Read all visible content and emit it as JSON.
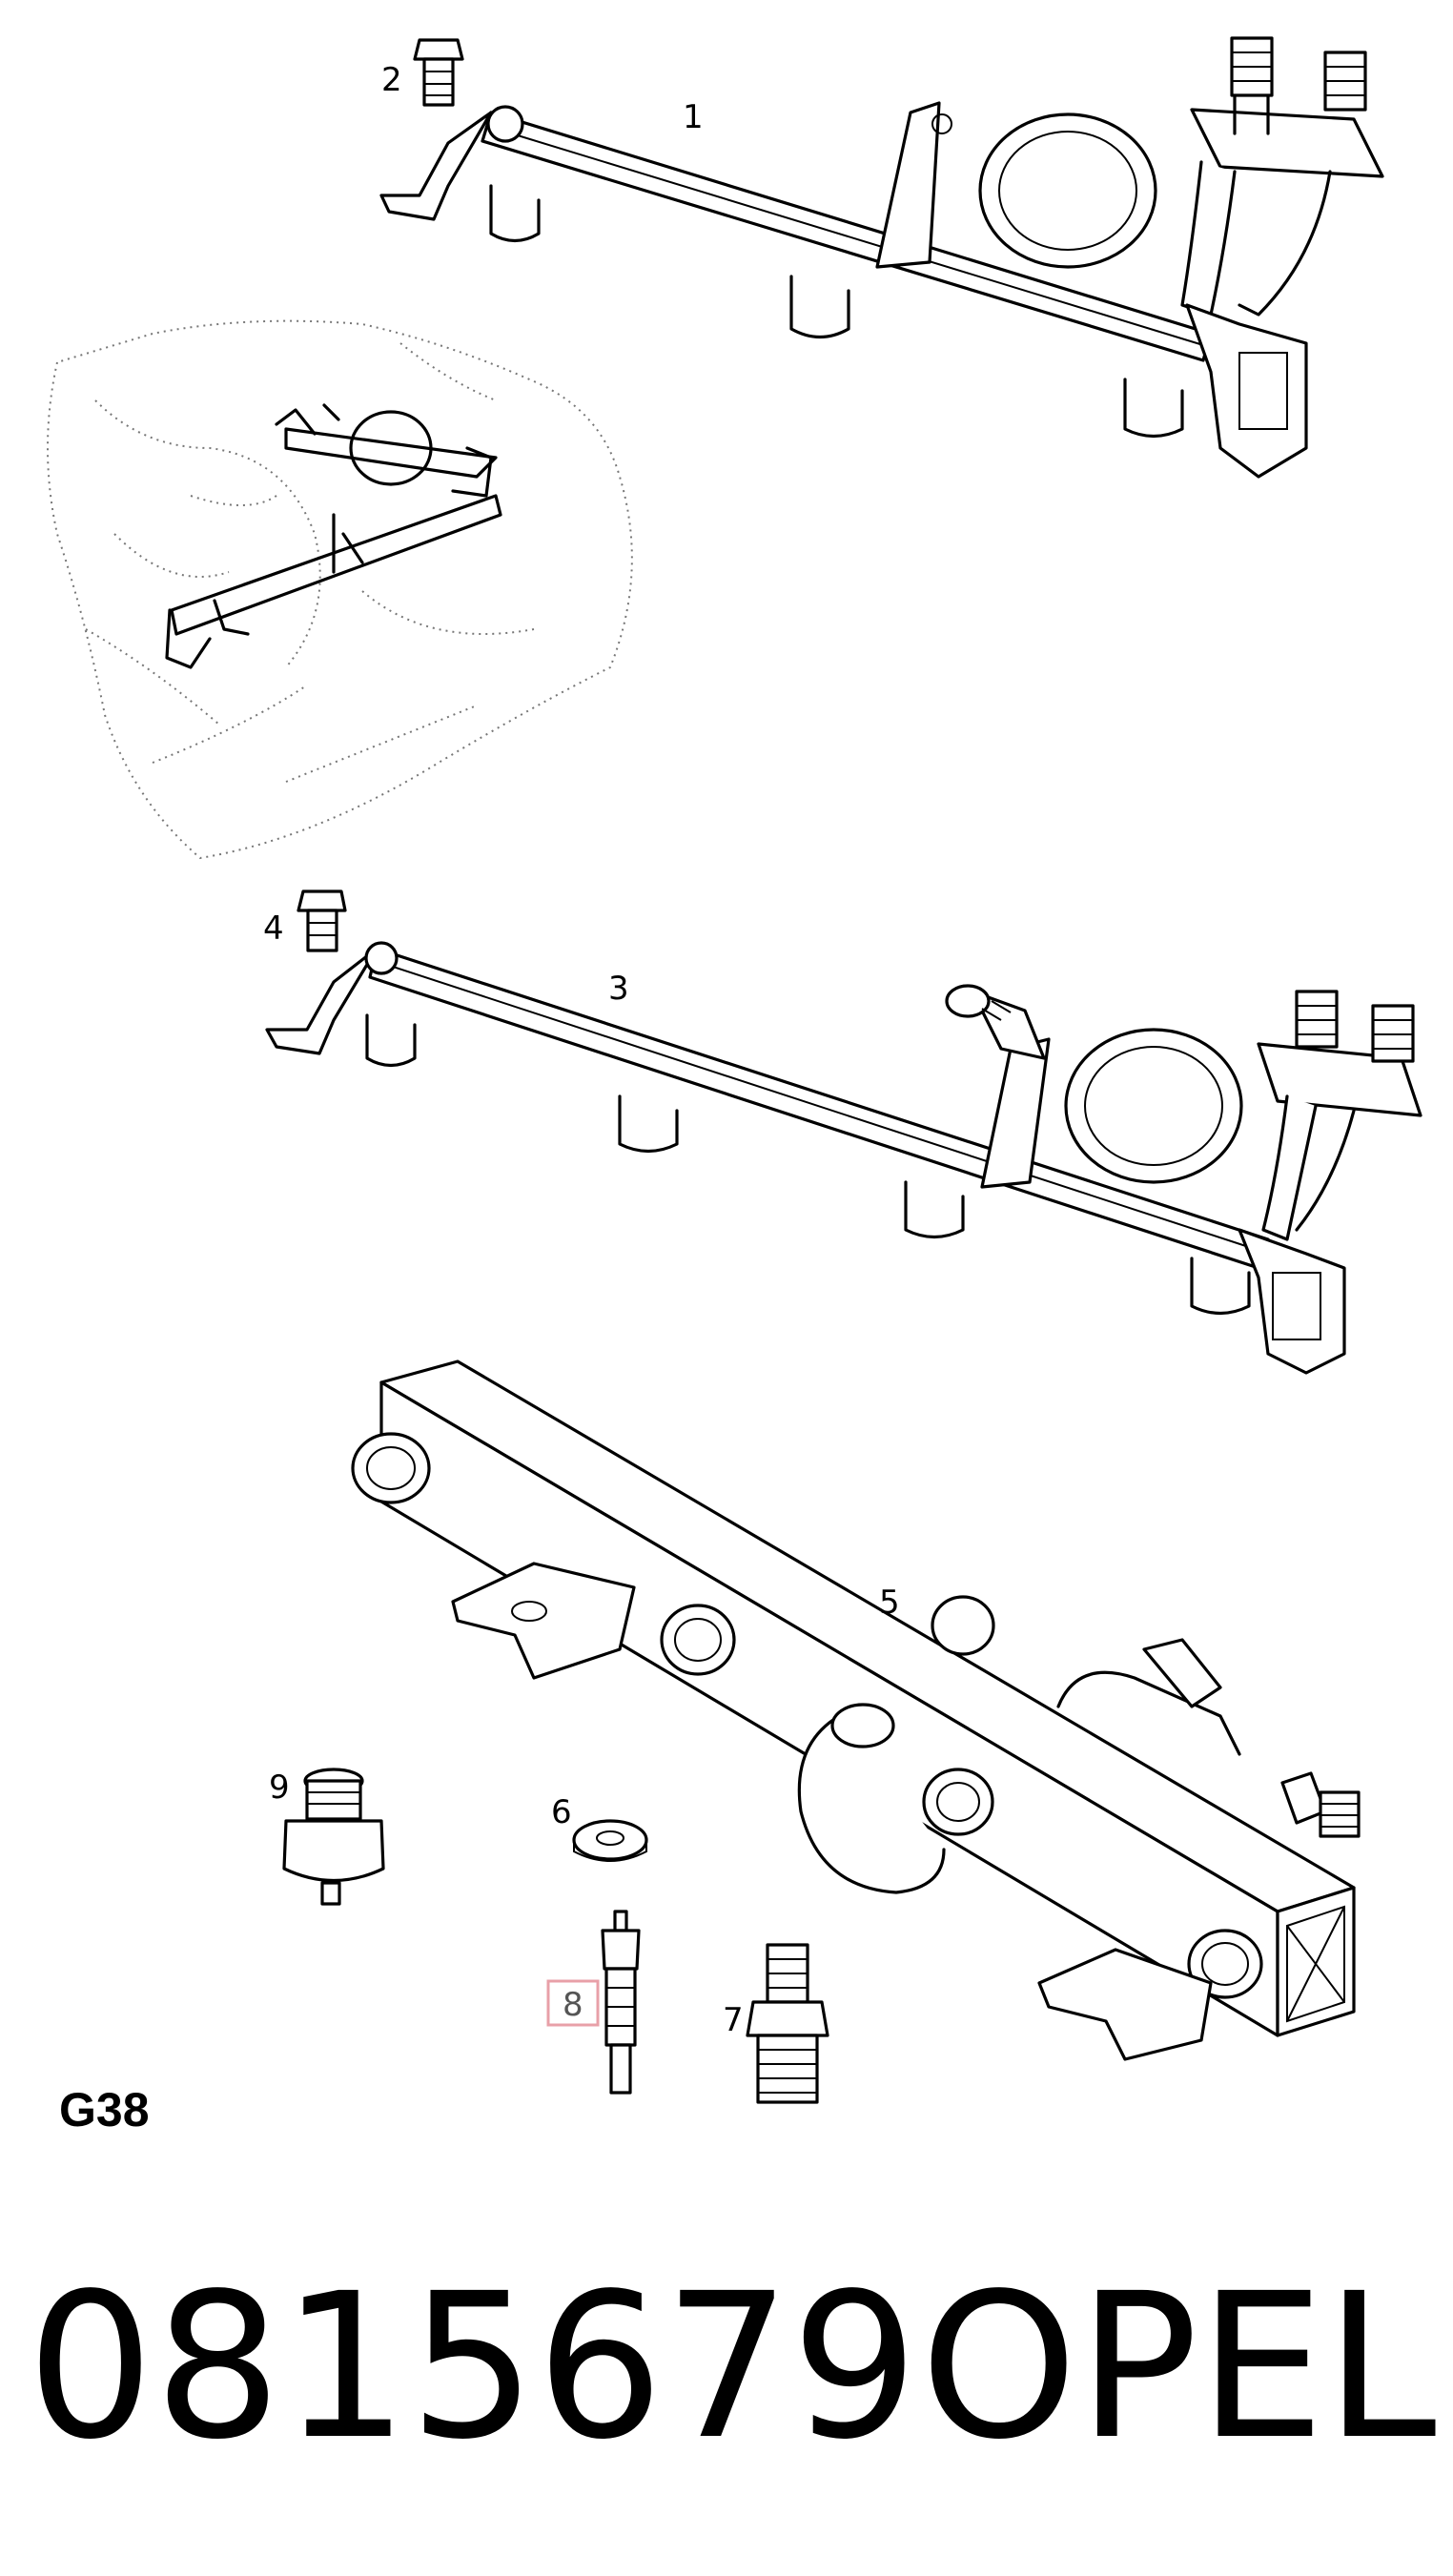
{
  "diagram": {
    "group_code": "G38",
    "callouts": [
      "1",
      "2",
      "3",
      "4",
      "5",
      "6",
      "7",
      "8",
      "9"
    ],
    "highlighted_callout": "8",
    "highlight_color": "#e8a0a8"
  },
  "part": {
    "number": "0815679",
    "brand": "OPEL"
  }
}
